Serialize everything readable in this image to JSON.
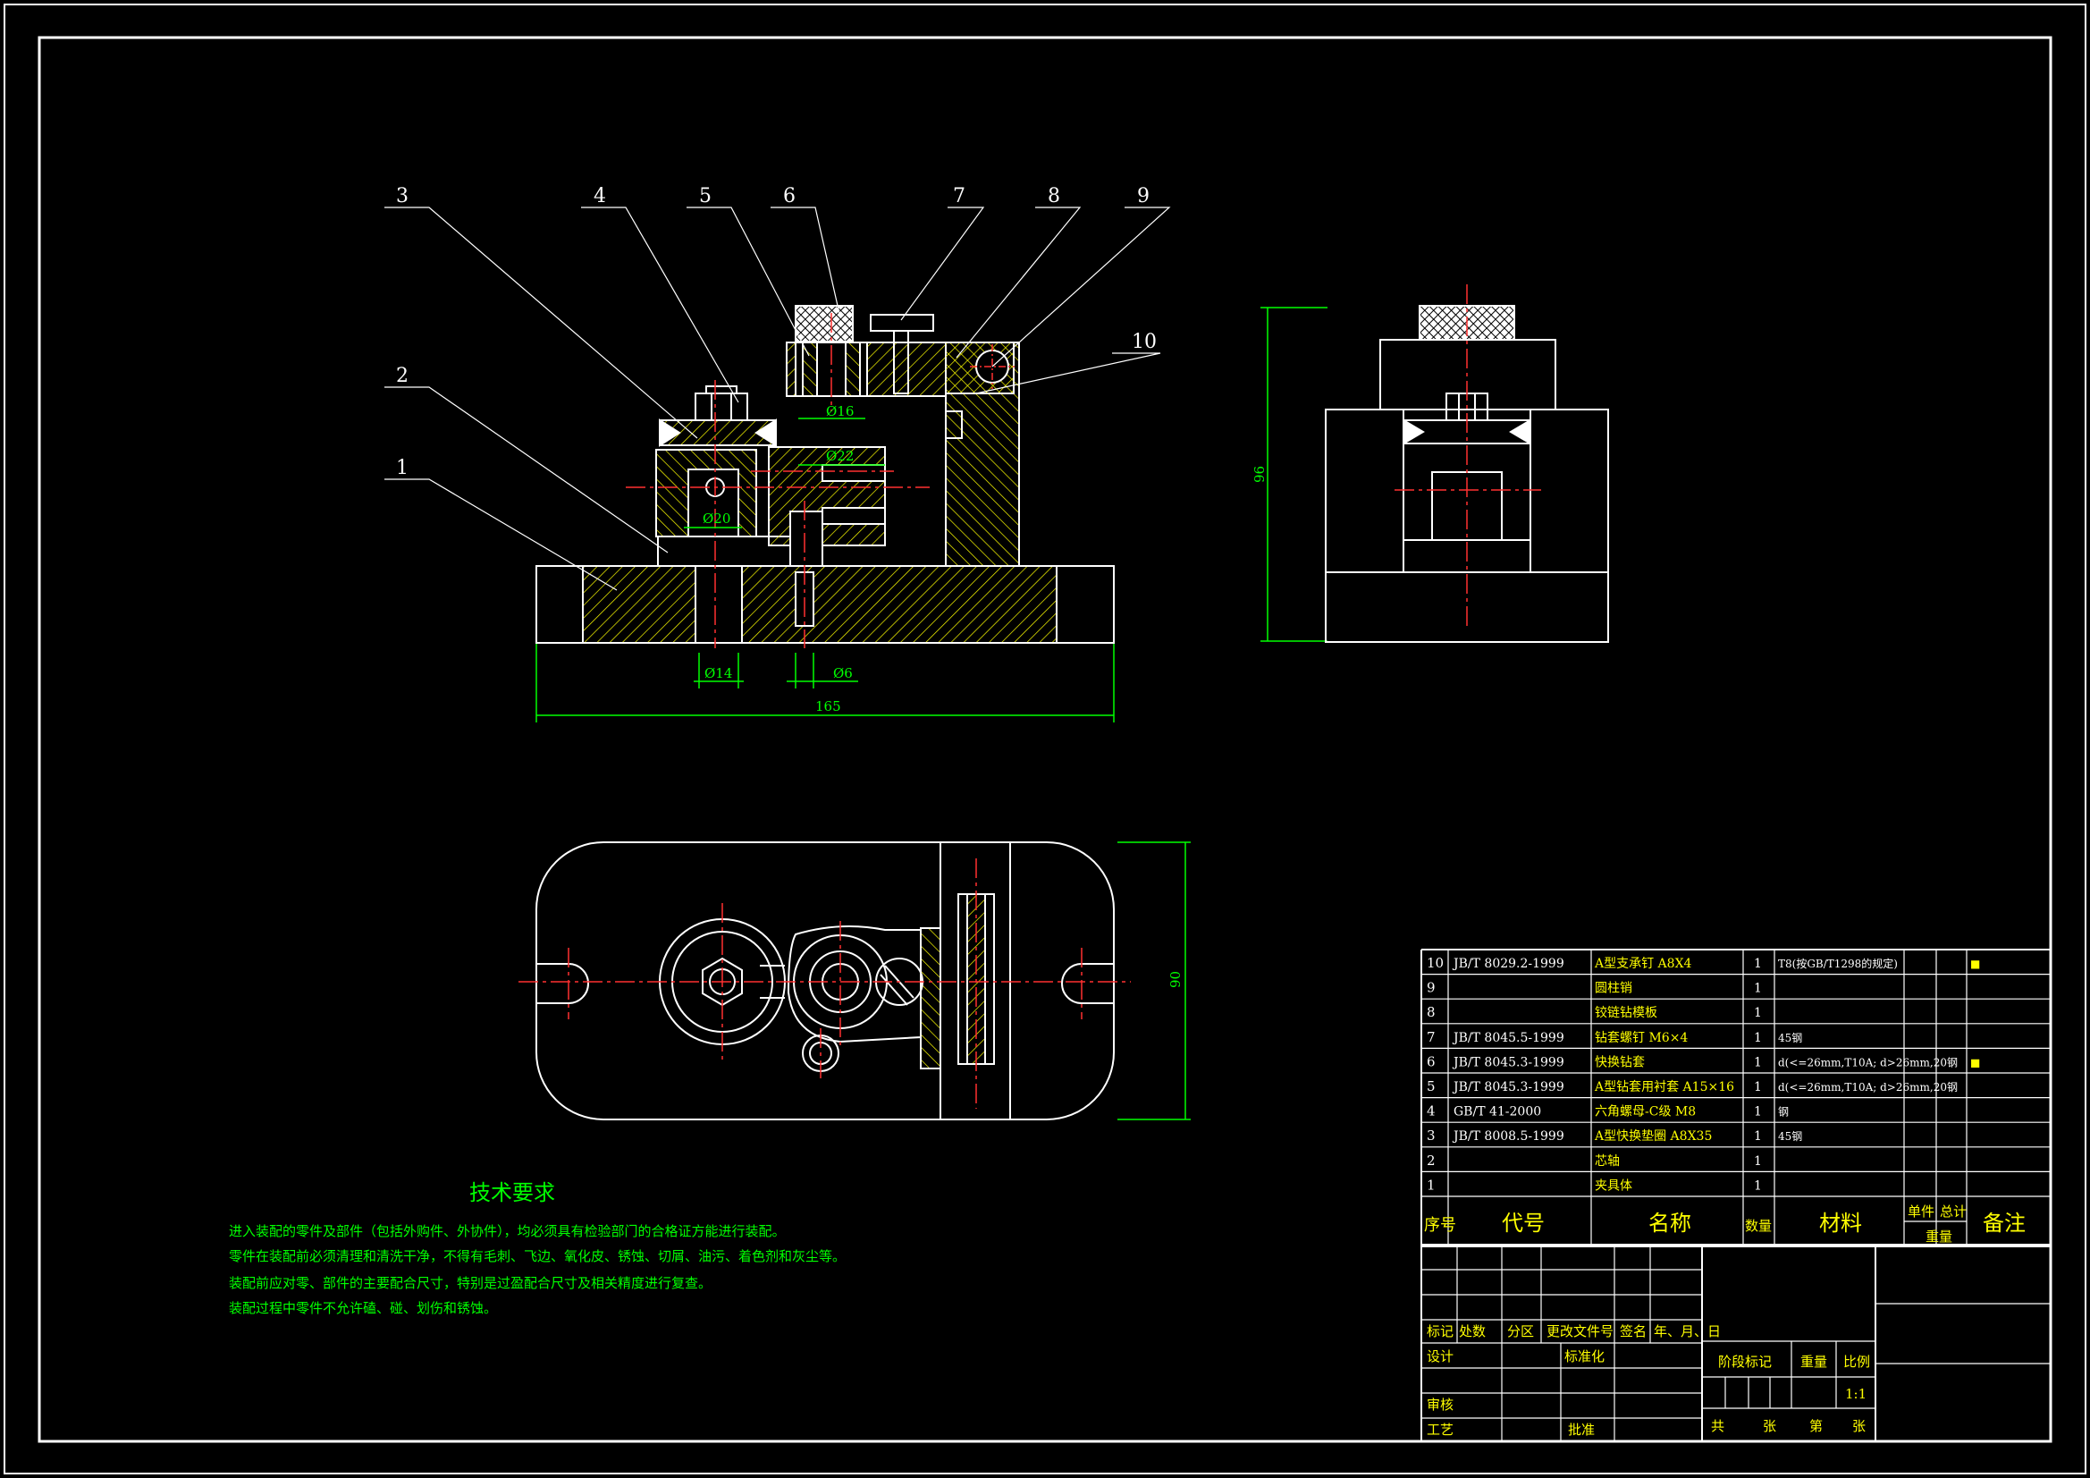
{
  "colors": {
    "background": "#000000",
    "outline": "#ffffff",
    "hatch": "#ffff00",
    "center_line": "#ff3030",
    "dimension": "#00ff00",
    "leader": "#ffffff",
    "label_text": "#ffffff",
    "table_text": "#ffff00",
    "requirements_text": "#00ff00"
  },
  "balloons": [
    "1",
    "2",
    "3",
    "4",
    "5",
    "6",
    "7",
    "8",
    "9",
    "10"
  ],
  "dimensions": {
    "overall_length": "165",
    "side_height": "96",
    "top_view_width": "90",
    "dia_16": "Ø16",
    "dia_22": "Ø22",
    "dia_20": "Ø20",
    "dia_14": "Ø14",
    "dia_6": "Ø6"
  },
  "requirements": {
    "title": "技术要求",
    "lines": [
      "进入装配的零件及部件（包括外购件、外协件），均必须具有检验部门的合格证方能进行装配。",
      "零件在装配前必须清理和清洗干净，不得有毛刺、飞边、氧化皮、锈蚀、切屑、油污、着色剂和灰尘等。",
      "装配前应对零、部件的主要配合尺寸，特别是过盈配合尺寸及相关精度进行复查。",
      "装配过程中零件不允许磕、碰、划伤和锈蚀。"
    ]
  },
  "bom": {
    "rows": [
      {
        "no": "10",
        "code": "JB/T 8029.2-1999",
        "name": "A型支承钉 A8X4",
        "qty": "1",
        "material": "T8(按GB/T1298的规定)",
        "note": "■"
      },
      {
        "no": "9",
        "code": "",
        "name": "圆柱销",
        "qty": "1",
        "material": "",
        "note": ""
      },
      {
        "no": "8",
        "code": "",
        "name": "铰链钻模板",
        "qty": "1",
        "material": "",
        "note": ""
      },
      {
        "no": "7",
        "code": "JB/T 8045.5-1999",
        "name": "钻套螺钉 M6×4",
        "qty": "1",
        "material": "45钢",
        "note": ""
      },
      {
        "no": "6",
        "code": "JB/T 8045.3-1999",
        "name": "快换钻套",
        "qty": "1",
        "material": "d(<=26mm,T10A; d>26mm,20钢",
        "note": "■"
      },
      {
        "no": "5",
        "code": "JB/T 8045.3-1999",
        "name": "A型钻套用衬套 A15×16",
        "qty": "1",
        "material": "d(<=26mm,T10A; d>26mm,20钢",
        "note": ""
      },
      {
        "no": "4",
        "code": "GB/T 41-2000",
        "name": "六角螺母-C级 M8",
        "qty": "1",
        "material": "钢",
        "note": ""
      },
      {
        "no": "3",
        "code": "JB/T 8008.5-1999",
        "name": "A型快换垫圈 A8X35",
        "qty": "1",
        "material": "45钢",
        "note": ""
      },
      {
        "no": "2",
        "code": "",
        "name": "芯轴",
        "qty": "1",
        "material": "",
        "note": ""
      },
      {
        "no": "1",
        "code": "",
        "name": "夹具体",
        "qty": "1",
        "material": "",
        "note": ""
      }
    ],
    "header": {
      "no": "序号",
      "code": "代号",
      "name": "名称",
      "qty": "数量",
      "material": "材料",
      "unit": "单件",
      "total": "总计",
      "weight": "重量",
      "note": "备注"
    }
  },
  "title_block": {
    "mark": "标记",
    "count": "处数",
    "zone": "分区",
    "change_doc": "更改文件号",
    "sign": "签名",
    "date": "年、月、日",
    "design": "设计",
    "standard": "标准化",
    "review": "审核",
    "process": "工艺",
    "approve": "批准",
    "stage_mark": "阶段标记",
    "weight": "重量",
    "scale": "比例",
    "scale_value": "1:1",
    "sheets_total": "共",
    "sheets_unit": "张",
    "sheet_no": "第",
    "sheet_unit2": "张"
  }
}
